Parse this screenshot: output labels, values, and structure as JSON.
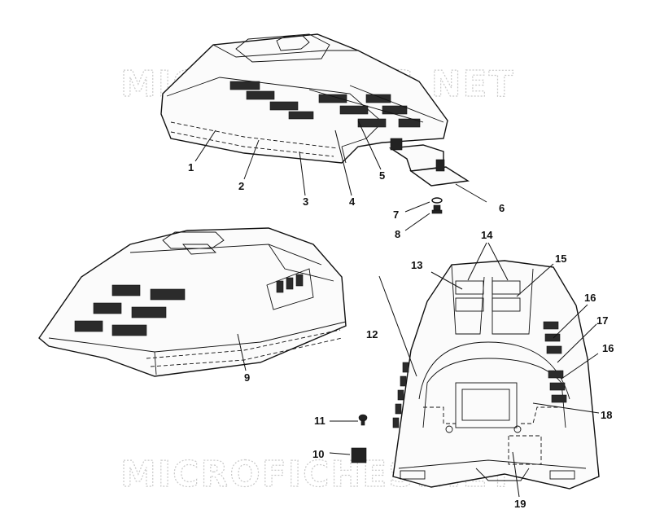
{
  "watermark": {
    "top": "MICROFICHES.NET",
    "bottom": "MICROFICHES.NET"
  },
  "callouts": {
    "c1": "1",
    "c2": "2",
    "c3": "3",
    "c4": "4",
    "c5": "5",
    "c6": "6",
    "c7": "7",
    "c8": "8",
    "c9": "9",
    "c10": "10",
    "c11": "11",
    "c12": "12",
    "c13": "13",
    "c14": "14",
    "c15": "15",
    "c16a": "16",
    "c17": "17",
    "c16b": "16",
    "c18": "18",
    "c19": "19"
  },
  "colors": {
    "line": "#111111",
    "fill": "#fbfbfb",
    "vent": "#2b2b2b",
    "watermark": "#c9c9c9"
  }
}
